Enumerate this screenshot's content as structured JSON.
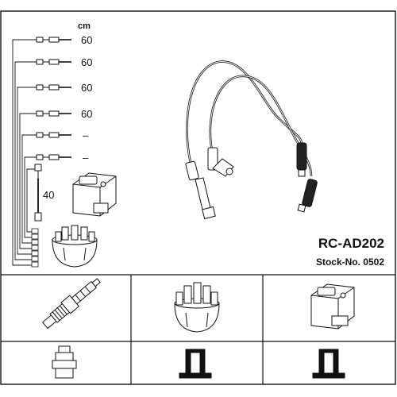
{
  "product": {
    "code": "RC-AD202",
    "stock_number": "Stock-No. 0502"
  },
  "lengths": {
    "unit": "cm",
    "leads": [
      "60",
      "60",
      "60",
      "60",
      "–",
      "–"
    ],
    "coil_lead": "40"
  }
}
